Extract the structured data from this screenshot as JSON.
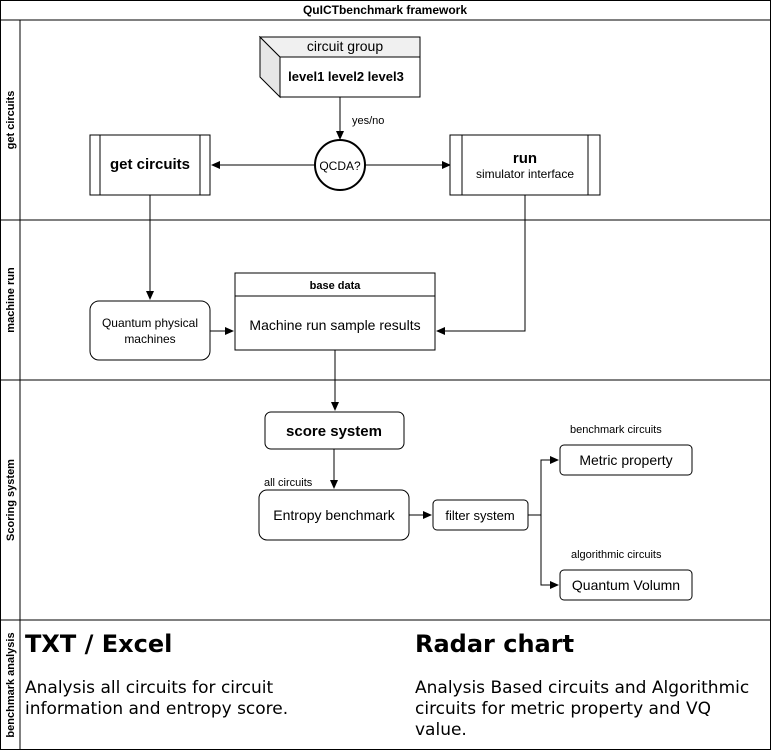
{
  "title": "QuICTbenchmark framework",
  "lanes": {
    "get_circuits": "get circuits",
    "machine_run": "machine run",
    "scoring_system": "Scoring system",
    "benchmark_analysis": "benchmark analysis"
  },
  "circuit_group": {
    "label": "circuit group",
    "levels": "level1 level2 level3"
  },
  "edge_yes_no": "yes/no",
  "qcda": "QCDA?",
  "get_circuits_box": "get circuits",
  "run_box": {
    "title": "run",
    "subtitle": "simulator interface"
  },
  "quantum_machines": {
    "line1": "Quantum physical",
    "line2": "machines"
  },
  "base_data": {
    "header": "base data",
    "body": "Machine run sample results"
  },
  "score_system": "score system",
  "all_circuits": "all circuits",
  "entropy_benchmark": "Entropy benchmark",
  "filter_system": "filter system",
  "benchmark_circuits": "benchmark circuits",
  "metric_property": "Metric property",
  "algorithmic_circuits": "algorithmic circuits",
  "quantum_volumn": "Quantum Volumn",
  "analysis": {
    "left_heading": "TXT / Excel",
    "left_text": "Analysis all circuits for circuit information and entropy score.",
    "right_heading": "Radar chart",
    "right_text": "Analysis Based circuits and Algorithmic circuits for metric property and VQ value."
  }
}
